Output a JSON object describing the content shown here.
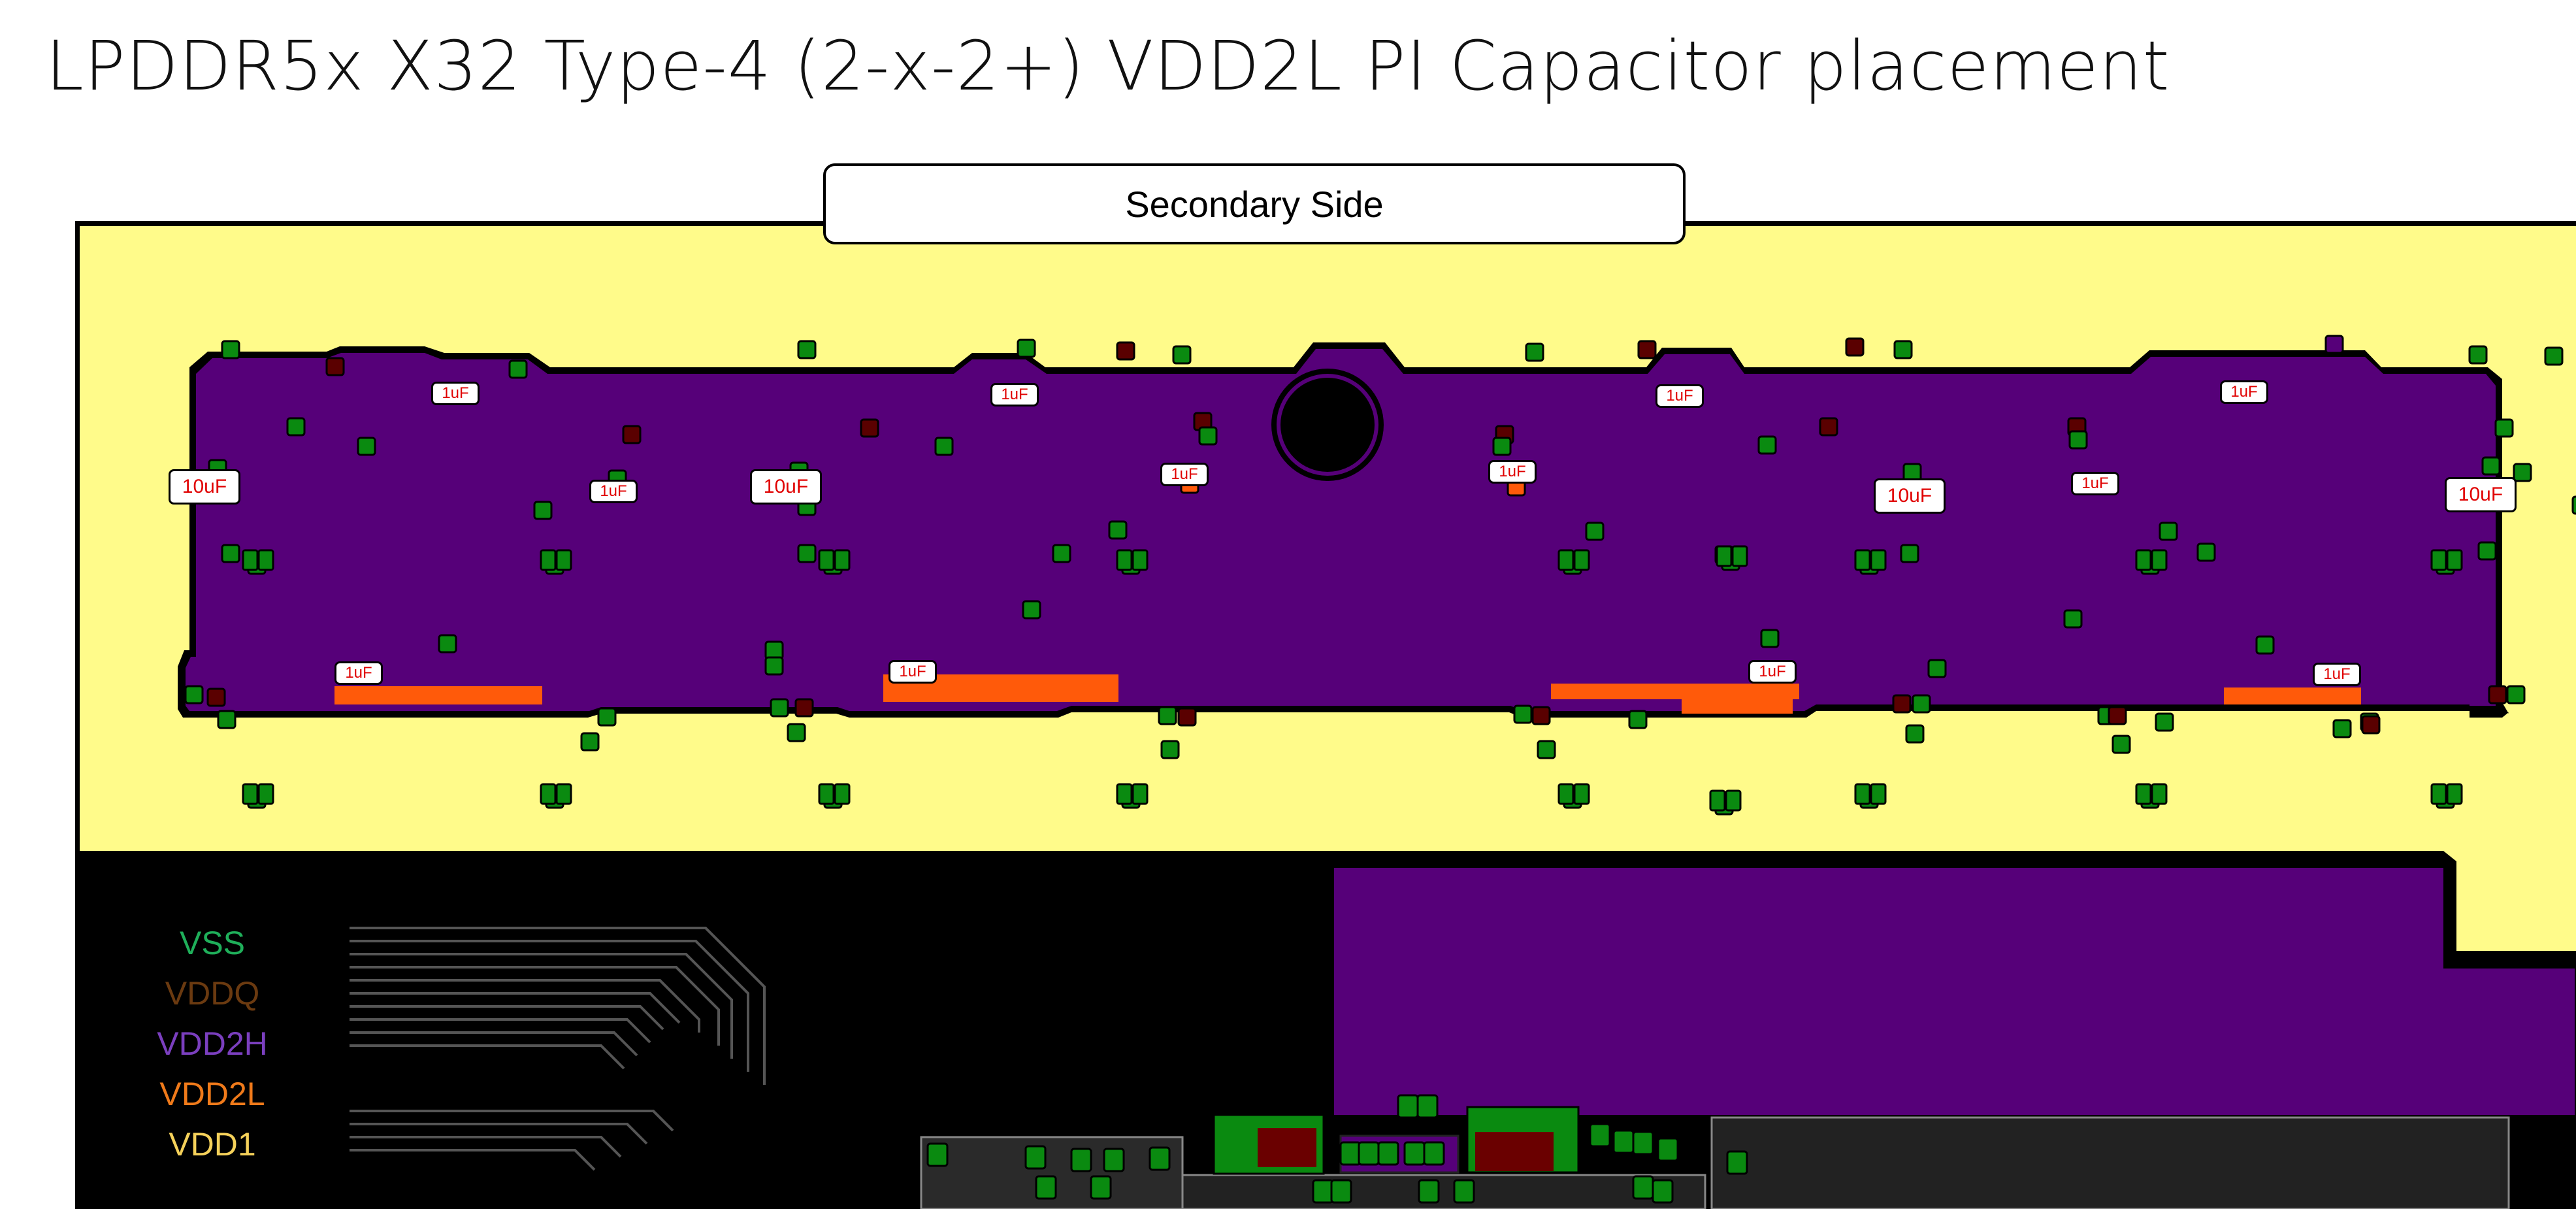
{
  "title": "LPDDR5x X32 Type-4 (2-x-2+) VDD2L PI Capacitor placement",
  "side_label": "Secondary Side",
  "legend": [
    {
      "label": "VSS",
      "color": "#1faf5a"
    },
    {
      "label": "VDDQ",
      "color": "#6b3a10"
    },
    {
      "label": "VDD2H",
      "color": "#7b3fbf"
    },
    {
      "label": "VDD2L",
      "color": "#f07a1a"
    },
    {
      "label": "VDD1",
      "color": "#f5d15a"
    }
  ],
  "colors": {
    "vdd1_plane": "#fffb8a",
    "vdd2h_plane": "#560079",
    "vdd2l_strip": "#ff5a0a",
    "vss_pad": "#007a10",
    "vddq_pad": "#5a0000",
    "background": "#000000"
  },
  "capacitor_labels": {
    "cap_10uf": "10uF",
    "cap_1uf": "1uF"
  }
}
